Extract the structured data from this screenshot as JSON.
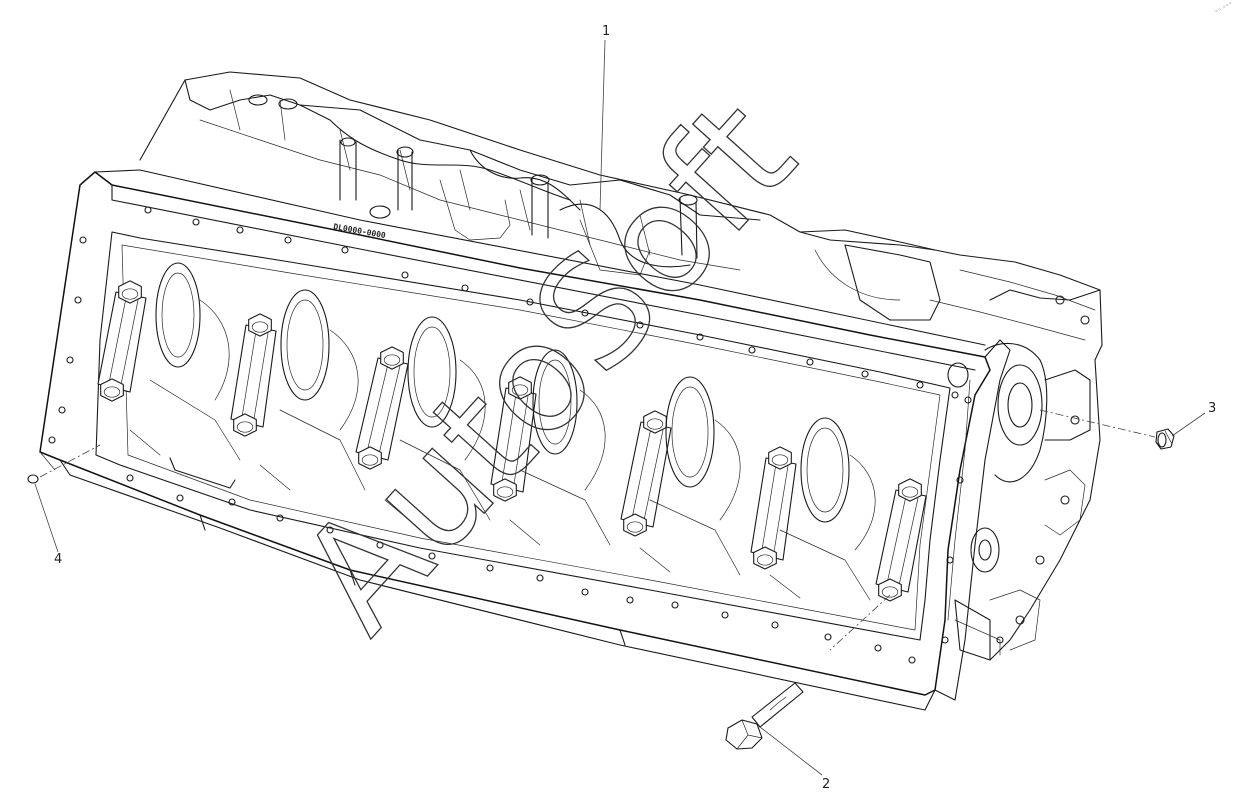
{
  "diagram": {
    "callouts": [
      {
        "id": "1",
        "label": "1"
      },
      {
        "id": "2",
        "label": "2"
      },
      {
        "id": "3",
        "label": "3"
      },
      {
        "id": "4",
        "label": "4"
      }
    ],
    "engraving": "DL0000-0000",
    "watermark": "AutoSoft",
    "corner_mark": "◦◦ ◦◦◦",
    "line_color": "#1a1a1a",
    "background": "#ffffff"
  }
}
